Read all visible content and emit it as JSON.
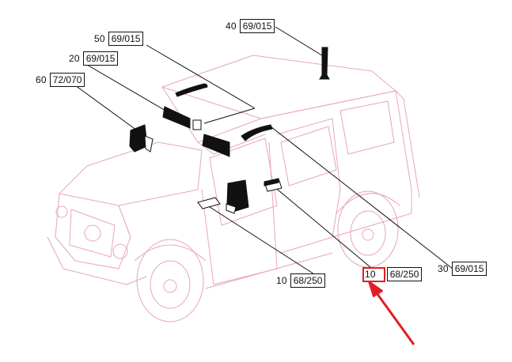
{
  "diagram": {
    "colors": {
      "vehicle_outline": "#e6a7b6",
      "part_fill": "#111111",
      "leader_line": "#111111",
      "highlight": "#e01e24"
    },
    "callouts": [
      {
        "id": "c50",
        "position_no": "50",
        "ref": "69/015"
      },
      {
        "id": "c20",
        "position_no": "20",
        "ref": "69/015"
      },
      {
        "id": "c60",
        "position_no": "60",
        "ref": "72/070"
      },
      {
        "id": "c40",
        "position_no": "40",
        "ref": "69/015"
      },
      {
        "id": "c10a",
        "position_no": "10",
        "ref": "68/250"
      },
      {
        "id": "c10b",
        "position_no": "10",
        "ref": "68/250",
        "highlighted": true
      },
      {
        "id": "c30",
        "position_no": "30",
        "ref": "69/015"
      }
    ],
    "annotation": {
      "type": "arrow",
      "points_to": "c10b",
      "color": "#e01e24"
    }
  }
}
